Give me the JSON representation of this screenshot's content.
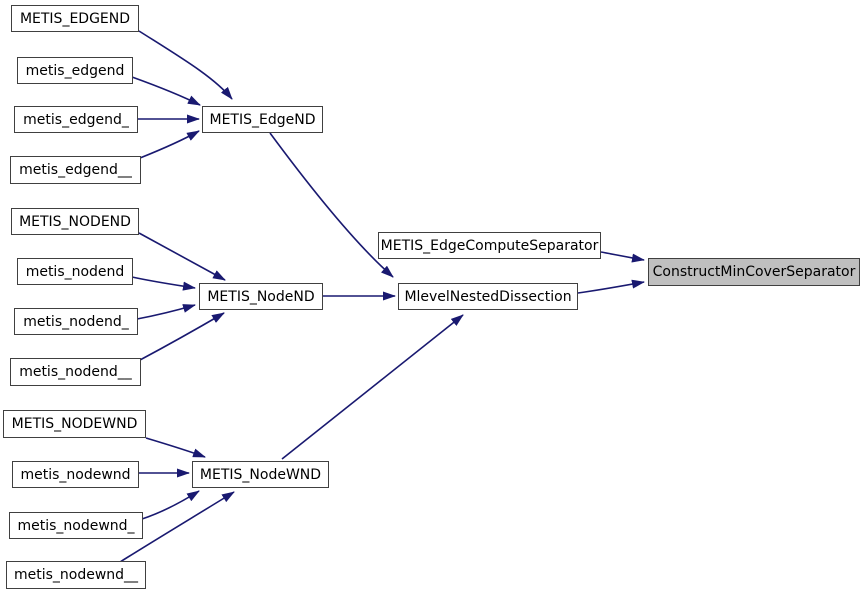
{
  "diagram": {
    "kind": "call-graph",
    "highlighted_node": "ConstructMinCoverSeparator",
    "colors": {
      "background": "#ffffff",
      "node_fill": "#ffffff",
      "node_border": "#404040",
      "highlight_fill": "#bfbfbf",
      "edge": "#191970",
      "text": "#000000"
    },
    "nodes": [
      {
        "id": "METIS_EDGEND",
        "label": "METIS_EDGEND"
      },
      {
        "id": "metis_edgend",
        "label": "metis_edgend"
      },
      {
        "id": "metis_edgend_",
        "label": "metis_edgend_"
      },
      {
        "id": "metis_edgend__",
        "label": "metis_edgend__"
      },
      {
        "id": "METIS_NODEND",
        "label": "METIS_NODEND"
      },
      {
        "id": "metis_nodend",
        "label": "metis_nodend"
      },
      {
        "id": "metis_nodend_",
        "label": "metis_nodend_"
      },
      {
        "id": "metis_nodend__",
        "label": "metis_nodend__"
      },
      {
        "id": "METIS_NODEWND",
        "label": "METIS_NODEWND"
      },
      {
        "id": "metis_nodewnd",
        "label": "metis_nodewnd"
      },
      {
        "id": "metis_nodewnd_",
        "label": "metis_nodewnd_"
      },
      {
        "id": "metis_nodewnd__",
        "label": "metis_nodewnd__"
      },
      {
        "id": "METIS_EdgeND",
        "label": "METIS_EdgeND"
      },
      {
        "id": "METIS_NodeND",
        "label": "METIS_NodeND"
      },
      {
        "id": "METIS_NodeWND",
        "label": "METIS_NodeWND"
      },
      {
        "id": "METIS_EdgeComputeSeparator",
        "label": "METIS_EdgeComputeSeparator"
      },
      {
        "id": "MlevelNestedDissection",
        "label": "MlevelNestedDissection"
      },
      {
        "id": "ConstructMinCoverSeparator",
        "label": "ConstructMinCoverSeparator"
      }
    ],
    "edges": [
      {
        "from": "METIS_EDGEND",
        "to": "METIS_EdgeND"
      },
      {
        "from": "metis_edgend",
        "to": "METIS_EdgeND"
      },
      {
        "from": "metis_edgend_",
        "to": "METIS_EdgeND"
      },
      {
        "from": "metis_edgend__",
        "to": "METIS_EdgeND"
      },
      {
        "from": "METIS_EdgeND",
        "to": "MlevelNestedDissection"
      },
      {
        "from": "METIS_NodeND",
        "to": "MlevelNestedDissection"
      },
      {
        "from": "METIS_NodeWND",
        "to": "MlevelNestedDissection"
      },
      {
        "from": "METIS_EdgeComputeSeparator",
        "to": "ConstructMinCoverSeparator"
      },
      {
        "from": "MlevelNestedDissection",
        "to": "ConstructMinCoverSeparator"
      },
      {
        "from": "METIS_NODEND",
        "to": "METIS_NodeND"
      },
      {
        "from": "metis_nodend",
        "to": "METIS_NodeND"
      },
      {
        "from": "metis_nodend_",
        "to": "METIS_NodeND"
      },
      {
        "from": "metis_nodend__",
        "to": "METIS_NodeND"
      },
      {
        "from": "METIS_NODEWND",
        "to": "METIS_NodeWND"
      },
      {
        "from": "metis_nodewnd",
        "to": "METIS_NodeWND"
      },
      {
        "from": "metis_nodewnd_",
        "to": "METIS_NodeWND"
      },
      {
        "from": "metis_nodewnd__",
        "to": "METIS_NodeWND"
      }
    ]
  }
}
